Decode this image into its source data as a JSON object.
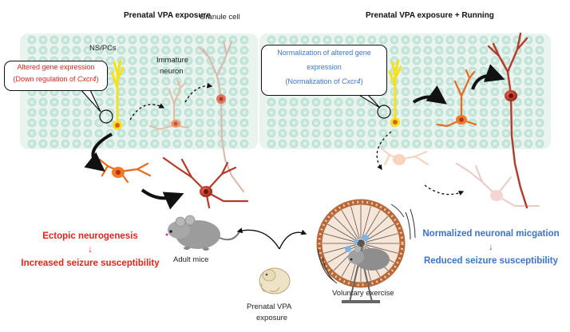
{
  "left_panel": {
    "title": "Prenatal VPA exposure",
    "labels": {
      "ns_pcs": "NS/PCs",
      "immature_neuron_1": "Immature",
      "immature_neuron_2": "neuron",
      "granule_cell": "Granule cell"
    },
    "callout": {
      "line1": "Altered gene expression",
      "line2_prefix": "(Down regulation of ",
      "line2_gene": "Cxcr4",
      "line2_suffix": ")"
    }
  },
  "right_panel": {
    "title": "Prenatal VPA exposure + Running",
    "callout": {
      "line1": "Normalization of altered gene",
      "line2": "expression",
      "line3_prefix": "(Normalization of ",
      "line3_gene": "Cxcr4",
      "line3_suffix": ")"
    }
  },
  "bottom": {
    "adult_mice": "Adult mice",
    "prenatal_line1": "Prenatal VPA",
    "prenatal_line2": "exposure",
    "voluntary_exercise": "Voluntary exercise",
    "left_outcome": {
      "line1": "Ectopic neurogenesis",
      "arrow": "↓",
      "line2": "Increased seizure susceptibility"
    },
    "right_outcome": {
      "line1": "Normalized neuronal micgation",
      "arrow": "↓",
      "line2": "Reduced seizure susceptibility"
    }
  },
  "colors": {
    "outcome_red": "#e3241b",
    "outcome_blue": "#3b74c9",
    "tissue": "#e9f4ee",
    "cell_fill": "#b8dfd3",
    "ns_pc_yellow": "#f6e21a",
    "immature_orange": "#e86a1e",
    "granule_red": "#b43a2a"
  }
}
